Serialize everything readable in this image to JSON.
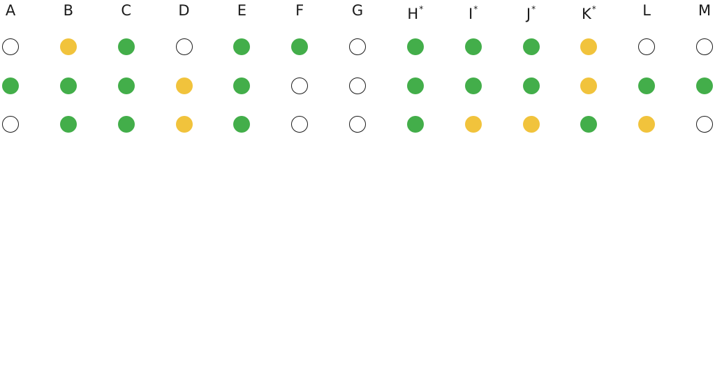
{
  "columns": [
    {
      "label": "A",
      "mark": ""
    },
    {
      "label": "B",
      "mark": ""
    },
    {
      "label": "C",
      "mark": ""
    },
    {
      "label": "D",
      "mark": ""
    },
    {
      "label": "E",
      "mark": ""
    },
    {
      "label": "F",
      "mark": ""
    },
    {
      "label": "G",
      "mark": ""
    },
    {
      "label": "H",
      "mark": "*"
    },
    {
      "label": "I",
      "mark": "*"
    },
    {
      "label": "J",
      "mark": "*"
    },
    {
      "label": "K",
      "mark": "*"
    },
    {
      "label": "L",
      "mark": ""
    },
    {
      "label": "M",
      "mark": ""
    }
  ],
  "rows": [
    [
      "empty",
      "yellow",
      "green",
      "empty",
      "green",
      "green",
      "empty",
      "green",
      "green",
      "green",
      "yellow",
      "empty",
      "empty"
    ],
    [
      "green",
      "green",
      "green",
      "yellow",
      "green",
      "empty",
      "empty",
      "green",
      "green",
      "green",
      "yellow",
      "green",
      "green"
    ],
    [
      "empty",
      "green",
      "green",
      "yellow",
      "green",
      "empty",
      "empty",
      "green",
      "yellow",
      "yellow",
      "green",
      "yellow",
      "empty"
    ]
  ],
  "colors": {
    "green": "#43ae4a",
    "yellow": "#f1c33c",
    "empty_outline": "#1a1a1a"
  }
}
